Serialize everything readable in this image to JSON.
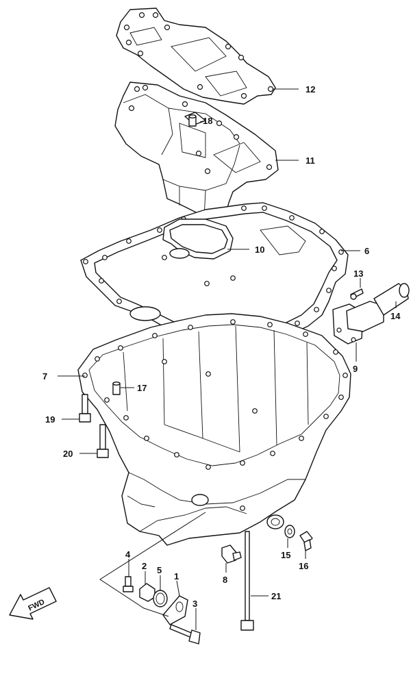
{
  "diagram": {
    "forward_indicator": "FWD",
    "parts": [
      {
        "key": "p1",
        "number": "1"
      },
      {
        "key": "p2",
        "number": "2"
      },
      {
        "key": "p3",
        "number": "3"
      },
      {
        "key": "p4",
        "number": "4"
      },
      {
        "key": "p5",
        "number": "5"
      },
      {
        "key": "p6",
        "number": "6"
      },
      {
        "key": "p7",
        "number": "7"
      },
      {
        "key": "p8",
        "number": "8"
      },
      {
        "key": "p9",
        "number": "9"
      },
      {
        "key": "p10",
        "number": "10"
      },
      {
        "key": "p11",
        "number": "11"
      },
      {
        "key": "p12",
        "number": "12"
      },
      {
        "key": "p13",
        "number": "13"
      },
      {
        "key": "p14",
        "number": "14"
      },
      {
        "key": "p15",
        "number": "15"
      },
      {
        "key": "p16",
        "number": "16"
      },
      {
        "key": "p17",
        "number": "17"
      },
      {
        "key": "p18",
        "number": "18"
      },
      {
        "key": "p19",
        "number": "19"
      },
      {
        "key": "p20",
        "number": "20"
      },
      {
        "key": "p21",
        "number": "21"
      }
    ]
  }
}
